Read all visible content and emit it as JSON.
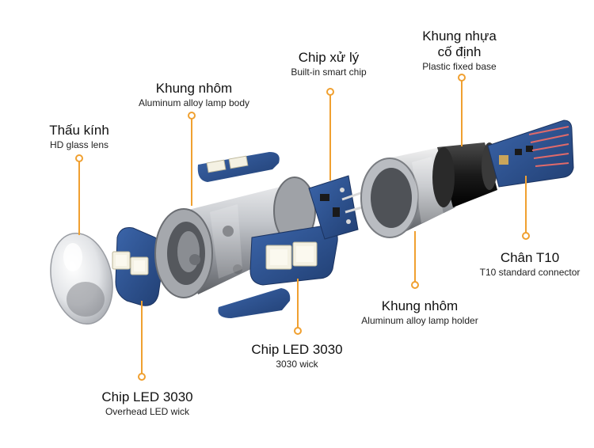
{
  "colors": {
    "accent": "#f0a030",
    "pcb_blue": "#2c4f8c",
    "aluminum": "#b9bcc2",
    "plastic": "#1b1b1b",
    "led_chip": "#f4f1e3"
  },
  "labels": {
    "lens": {
      "vn": "Thấu kính",
      "en": "HD glass lens"
    },
    "lamp_body": {
      "vn": "Khung nhôm",
      "en": "Aluminum alloy lamp body"
    },
    "smart_chip": {
      "vn": "Chip xử lý",
      "en": "Built-in smart chip"
    },
    "plastic_base": {
      "vn_line1": "Khung nhựa",
      "vn_line2": "cố định",
      "en": "Plastic fixed base"
    },
    "t10": {
      "vn": "Chân T10",
      "en": "T10 standard connector"
    },
    "lamp_holder": {
      "vn": "Khung nhôm",
      "en": "Aluminum alloy lamp holder"
    },
    "side_led": {
      "vn": "Chip LED 3030",
      "en": "3030 wick"
    },
    "overhead_led": {
      "vn": "Chip LED 3030",
      "en": "Overhead LED wick"
    }
  }
}
